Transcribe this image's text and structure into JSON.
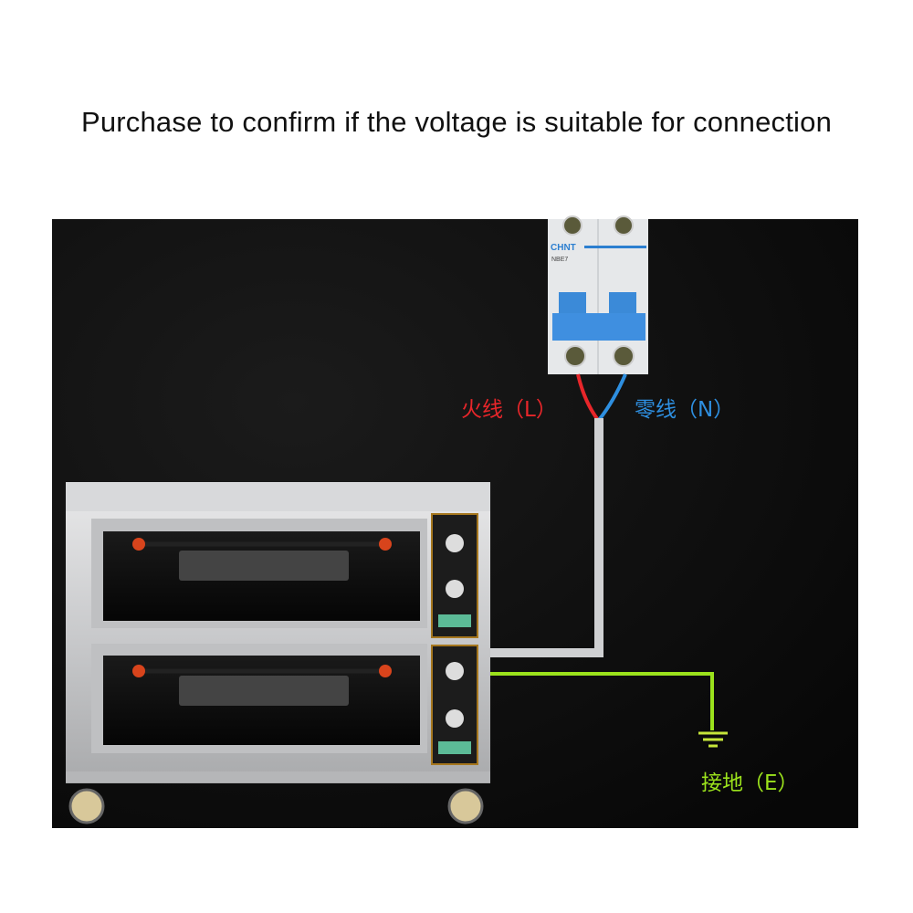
{
  "title": "Purchase to confirm if the voltage is suitable for connection",
  "breaker": {
    "brand": "CHNT",
    "model": "NBE7"
  },
  "labels": {
    "live": "火线（L）",
    "neutral": "零线（N）",
    "earth": "接地（E）"
  },
  "colors": {
    "live": "#e8262a",
    "neutral": "#2e8fe0",
    "earth": "#9be21c",
    "background": "#0c0c0c"
  }
}
